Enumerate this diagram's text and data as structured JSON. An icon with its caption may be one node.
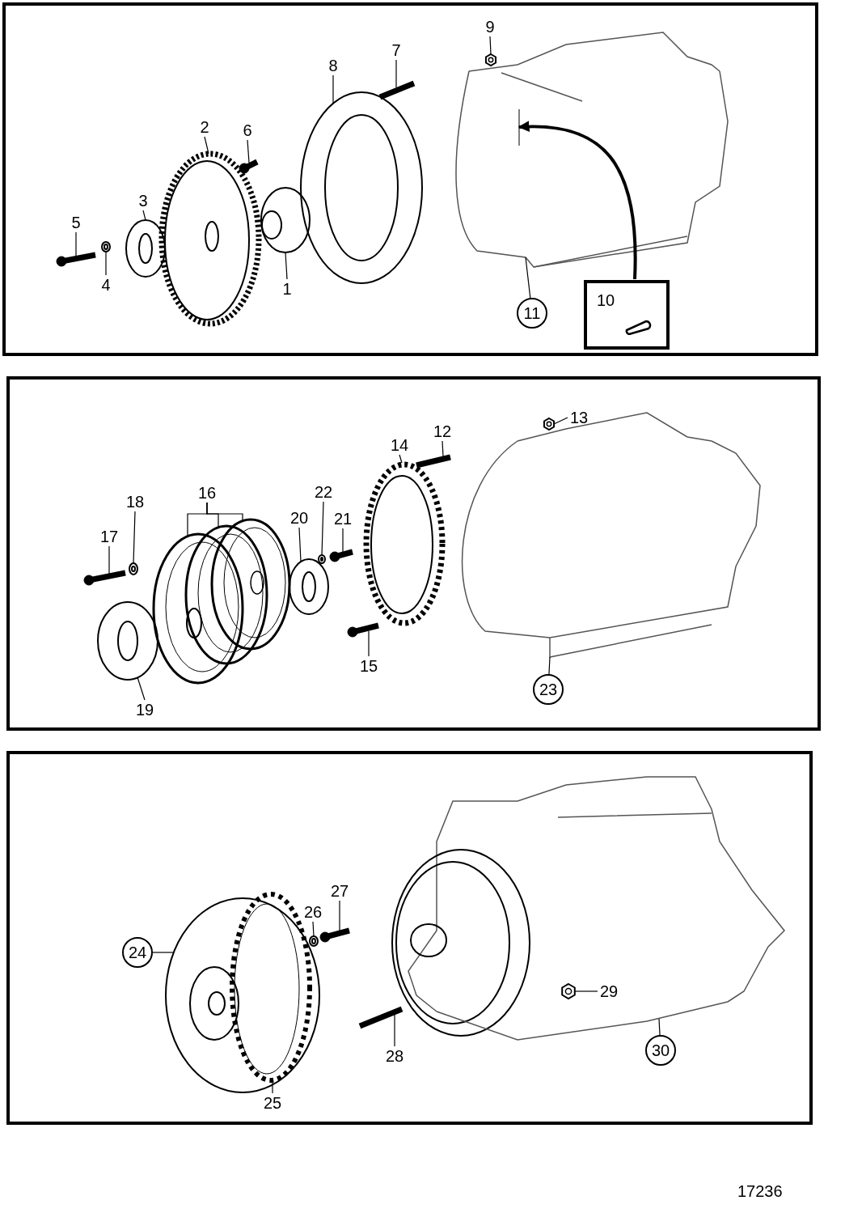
{
  "diagram": {
    "nodes": [
      {
        "text": [],
        "shape": "box"
      },
      {
        "text": [
          "1"
        ],
        "in": 0
      },
      {
        "text": [
          "2"
        ],
        "in": 0
      },
      {
        "text": [
          "3"
        ],
        "in": 0
      },
      {
        "text": [
          "4"
        ],
        "in": 0
      },
      {
        "text": [
          "5"
        ],
        "in": 0
      },
      {
        "text": [
          "6"
        ],
        "in": 0
      },
      {
        "text": [
          "7"
        ],
        "in": 0
      },
      {
        "text": [
          "8"
        ],
        "in": 0
      },
      {
        "text": [
          "9"
        ],
        "in": 0
      },
      {
        "text": [
          "10"
        ],
        "in": 0
      },
      {
        "text": [
          "11"
        ],
        "in": 0
      },
      {
        "text": [],
        "shape": "picture",
        "in": 0
      },
      {
        "text": [],
        "shape": "picture",
        "in": 0
      },
      {
        "text": [],
        "shape": "picture",
        "in": 0
      },
      {
        "text": [],
        "shape": "picture",
        "in": 0
      },
      {
        "text": [],
        "shape": "picture",
        "in": 0
      },
      {
        "text": [],
        "shape": "picture",
        "in": 0
      },
      {
        "text": [],
        "shape": "picture",
        "in": 0
      },
      {
        "text": [],
        "shape": "picture",
        "in": 0
      },
      {
        "text": [],
        "shape": "picture",
        "in": 0
      },
      {
        "text": [],
        "shape": "picture",
        "in": 0
      },
      {
        "text": [],
        "shape": "box"
      },
      {
        "text": [
          "12"
        ],
        "in": 22
      },
      {
        "text": [
          "13"
        ],
        "in": 22
      },
      {
        "text": [
          "14"
        ],
        "in": 22
      },
      {
        "text": [
          "15"
        ],
        "in": 22
      },
      {
        "text": [
          "16"
        ],
        "in": 22
      },
      {
        "text": [
          "17"
        ],
        "in": 22
      },
      {
        "text": [
          "18"
        ],
        "in": 22
      },
      {
        "text": [
          "19"
        ],
        "in": 22
      },
      {
        "text": [
          "20"
        ],
        "in": 22
      },
      {
        "text": [
          "21"
        ],
        "in": 22
      },
      {
        "text": [
          "22"
        ],
        "in": 22
      },
      {
        "text": [
          "23"
        ],
        "in": 22
      },
      {
        "text": [],
        "shape": "picture",
        "in": 22
      },
      {
        "text": [],
        "shape": "picture",
        "in": 22
      },
      {
        "text": [],
        "shape": "picture",
        "in": 22
      },
      {
        "text": [],
        "shape": "picture",
        "in": 22
      },
      {
        "text": [],
        "shape": "picture",
        "in": 22
      },
      {
        "text": [],
        "shape": "picture",
        "in": 22
      },
      {
        "text": [],
        "shape": "picture",
        "in": 22
      },
      {
        "text": [],
        "shape": "picture",
        "in": 22
      },
      {
        "text": [],
        "shape": "picture",
        "in": 22
      },
      {
        "text": [],
        "shape": "picture",
        "in": 22
      },
      {
        "text": [],
        "shape": "picture",
        "in": 22
      },
      {
        "text": [],
        "shape": "picture",
        "in": 22
      },
      {
        "text": [],
        "shape": "picture",
        "in": 22
      },
      {
        "text": [],
        "shape": "picture",
        "in": 22
      },
      {
        "text": [],
        "shape": "box"
      },
      {
        "text": [
          "24"
        ],
        "in": 49
      },
      {
        "text": [
          "25"
        ],
        "in": 49
      },
      {
        "text": [
          "26"
        ],
        "in": 49
      },
      {
        "text": [
          "27"
        ],
        "in": 49
      },
      {
        "text": [
          "28"
        ],
        "in": 49
      },
      {
        "text": [
          "29"
        ],
        "in": 49
      },
      {
        "text": [
          "30"
        ],
        "in": 49
      },
      {
        "text": [],
        "shape": "picture",
        "in": 49
      },
      {
        "text": [],
        "shape": "picture",
        "in": 57
      },
      {
        "text": [],
        "shape": "picture",
        "in": 49
      },
      {
        "text": [],
        "shape": "picture",
        "in": 49
      },
      {
        "text": [],
        "shape": "picture",
        "in": 49
      },
      {
        "text": [],
        "shape": "picture",
        "in": 49
      },
      {
        "text": [],
        "shape": "picture",
        "in": 49
      }
    ],
    "edges": [
      {
        "from": 1,
        "to": 12,
        "arrow": "none"
      },
      {
        "from": 2,
        "to": 13,
        "arrow": "none"
      },
      {
        "from": 3,
        "to": 14,
        "arrow": "none"
      },
      {
        "from": 4,
        "to": 15,
        "arrow": "none"
      },
      {
        "from": 5,
        "to": 16,
        "arrow": "none"
      },
      {
        "from": 6,
        "to": 17,
        "arrow": "none"
      },
      {
        "from": 7,
        "to": 18,
        "arrow": "none"
      },
      {
        "from": 8,
        "to": 19,
        "arrow": "none"
      },
      {
        "from": 9,
        "to": 20,
        "arrow": "none"
      },
      {
        "from": 10,
        "to": 21,
        "arrow": "to",
        "style": "thick"
      },
      {
        "from": 11,
        "to": 21,
        "arrow": "none"
      },
      {
        "from": 23,
        "to": 35,
        "arrow": "none"
      },
      {
        "from": 24,
        "to": 36,
        "arrow": "none"
      },
      {
        "from": 25,
        "to": 37,
        "arrow": "none"
      },
      {
        "from": 26,
        "to": 38,
        "arrow": "none"
      },
      {
        "from": 27,
        "to": 39,
        "arrow": "none"
      },
      {
        "from": 27,
        "to": 40,
        "arrow": "none"
      },
      {
        "from": 27,
        "to": 41,
        "arrow": "none"
      },
      {
        "from": 28,
        "to": 42,
        "arrow": "none"
      },
      {
        "from": 29,
        "to": 43,
        "arrow": "none"
      },
      {
        "from": 30,
        "to": 44,
        "arrow": "none"
      },
      {
        "from": 31,
        "to": 45,
        "arrow": "none"
      },
      {
        "from": 32,
        "to": 46,
        "arrow": "none"
      },
      {
        "from": 33,
        "to": 47,
        "arrow": "none"
      },
      {
        "from": 34,
        "to": 48,
        "arrow": "none"
      },
      {
        "from": 50,
        "to": 57,
        "arrow": "none"
      },
      {
        "from": 51,
        "to": 58,
        "arrow": "none"
      },
      {
        "from": 52,
        "to": 59,
        "arrow": "none"
      },
      {
        "from": 53,
        "to": 60,
        "arrow": "none"
      },
      {
        "from": 54,
        "to": 61,
        "arrow": "none"
      },
      {
        "from": 55,
        "to": 62,
        "arrow": "none"
      },
      {
        "from": 56,
        "to": 63,
        "arrow": "none"
      }
    ],
    "labels": [
      "17236"
    ]
  }
}
